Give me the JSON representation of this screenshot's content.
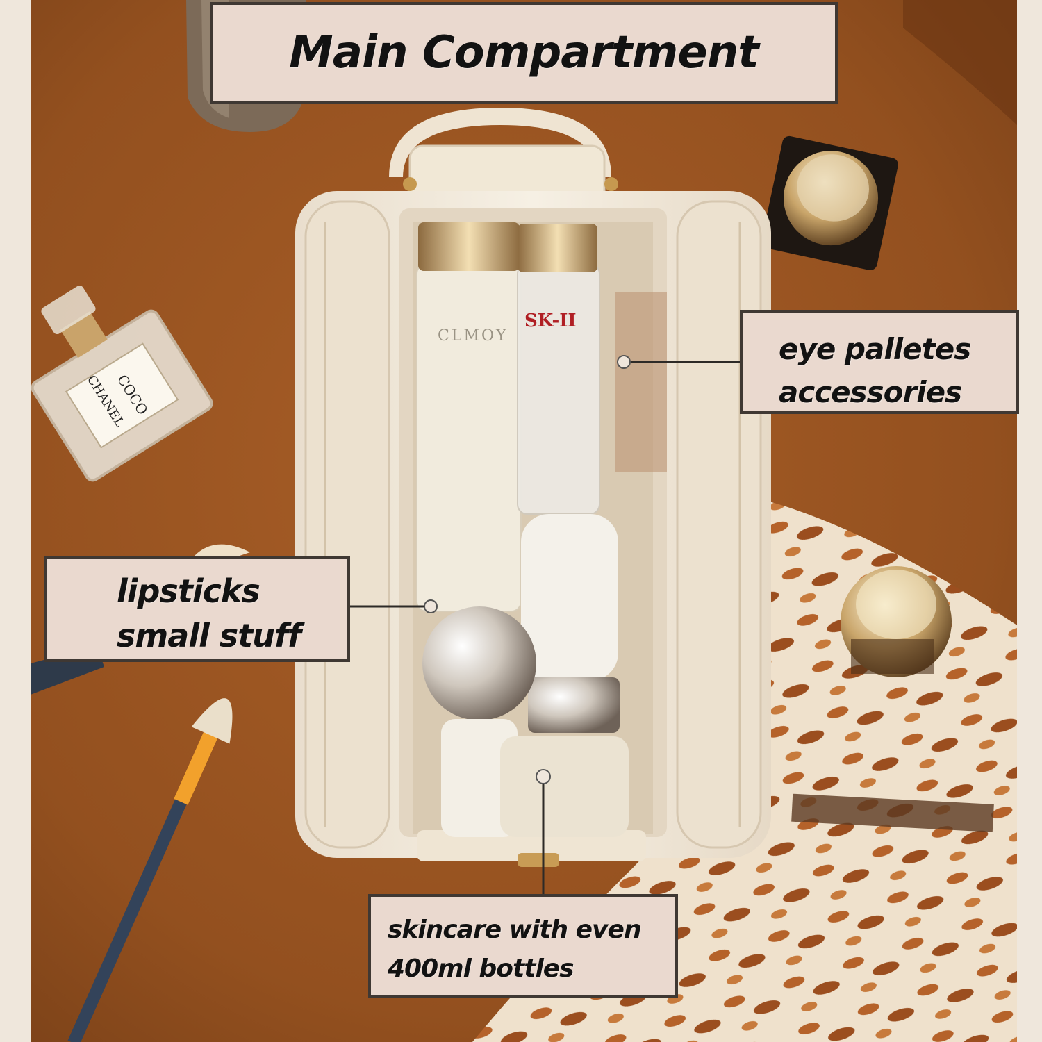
{
  "image": {
    "kind": "product photo with callout labels",
    "subject": "cream cosmetic travel bag with open main compartment",
    "colors": {
      "tabletop": "#9c5523",
      "bag": "#efe6d6",
      "callout_fill": "#ead9cf",
      "callout_border": "#3f3833",
      "text": "#121212"
    }
  },
  "callouts": {
    "title": "Main Compartment",
    "eye": {
      "line1": "eye palletes",
      "line2": "accessories"
    },
    "lips": {
      "line1": "lipsticks",
      "line2": "small stuff"
    },
    "skincare": {
      "line1": "skincare with even",
      "line2": "400ml bottles"
    }
  },
  "product_labels": {
    "perfume_line1": "COCO",
    "perfume_line2": "CHANEL",
    "bottle1": "CLMOY",
    "bottle2": "SK-II"
  }
}
